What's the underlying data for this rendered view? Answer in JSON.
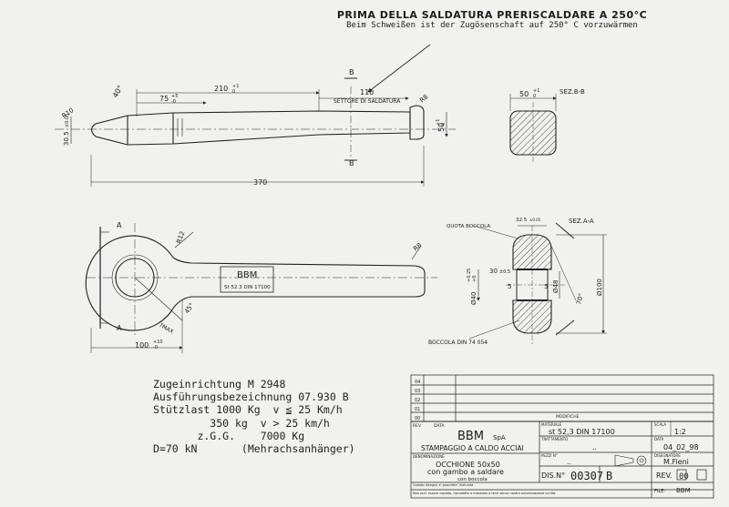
{
  "header": {
    "line1": "PRIMA DELLA SALDATURA PRERISCALDARE A 250°C",
    "line2": "Beim Schweißen ist der Zugösenschaft auf 250° C vorzuwärmen"
  },
  "top_view": {
    "dim_total": "370",
    "dim_210": "210",
    "dim_210_tol_up": "+1",
    "dim_210_tol_dn": "0",
    "dim_75": "75",
    "dim_75_tol_up": "+5",
    "dim_75_tol_dn": "-0",
    "dim_110": "110",
    "settore_label": "SETTORE DI SALDATURA",
    "dim_50": "50",
    "dim_50_tol_up": "+1",
    "dim_50_tol_dn": "0",
    "dim_305": "30.5",
    "dim_305_tol": "±0.05",
    "angle_40": "40°",
    "r10": "R10",
    "r8": "R8",
    "section_mark_b": "B"
  },
  "section_bb": {
    "title": "SEZ.B-B",
    "dim_50": "50",
    "dim_50_tol_up": "+1",
    "dim_50_tol_dn": "0"
  },
  "front_view": {
    "r12": "R12",
    "r8": "R8",
    "dim_100": "100",
    "dim_100_tol_up": "+10",
    "dim_100_tol_dn": "-0",
    "angle_45": "45°",
    "dim_7max": "7MAX",
    "section_mark_a": "A",
    "label_bbm": "BBM",
    "label_material": "St 52.3 DIN 17100"
  },
  "section_aa": {
    "title": "SEZ.A-A",
    "quota_boccola": "QUOTA BOCCOLA",
    "dim_325": "32.5",
    "dim_325_tol": "±0.05",
    "dim_30": "30",
    "dim_30_tol": "±0.5",
    "dim_40": "Ø40",
    "dim_40_tol_up": "+0.25",
    "dim_40_tol_dn": "+0",
    "dim_48": "Ø48",
    "dim_100": "Ø100",
    "angle_70": "70°",
    "dim_5a": "5",
    "dim_5b": "5",
    "boccola": "BOCCOLA DIN 74 054"
  },
  "spec_note": [
    "Zugeinrichtung M 2948",
    "Ausführungsbezeichnung 07.930 B",
    "Stützlast 1000 Kg  v ≦ 25 Km/h",
    "         350 kg  v > 25 km/h",
    "       z.G.G.    7000 Kg",
    "D=70 kN       (Mehrachsanhänger)"
  ],
  "revision_table": {
    "rows": [
      "04",
      "03",
      "02",
      "01",
      "00"
    ],
    "col_rev": "REV",
    "col_data": "DATA",
    "col_modifiche": "MODIFICHE"
  },
  "title_block": {
    "company": "BBM",
    "company_suffix": "SpA",
    "company_sub": "STAMPAGGIO A CALDO ACCIAI",
    "materiale_label": "MATERIALE",
    "materiale": "st 52,3 DIN 17100",
    "scala_label": "SCALA",
    "scala": "1:2",
    "trattamento_label": "TRATTAMENTO",
    "trattamento": "..",
    "data_label": "DATA",
    "data": "04_02_98",
    "denominazione_label": "DENOMINAZIONE",
    "denom1": "OCCHIONE 50x50",
    "denom2": "con gambo a saldare",
    "denom3": "con boccola",
    "pezzi_label": "PEZZI N°",
    "pezzi": "..",
    "disegnatore_label": "DISEGNATORE",
    "disegnatore": "M.Fieni",
    "dis_label": "DIS.N°",
    "dis_number": "00307",
    "dis_letter": "B",
    "rev_label": "REV.",
    "rev_value": "00",
    "file_label": "FILE:",
    "file_value": "BBM",
    "footer1": "Questo disegno e' proprieta' riservata",
    "footer2": "Non puo' essere copiato, riprodotto o mostrato a terzi senza nostra autorizzazione scritta"
  }
}
